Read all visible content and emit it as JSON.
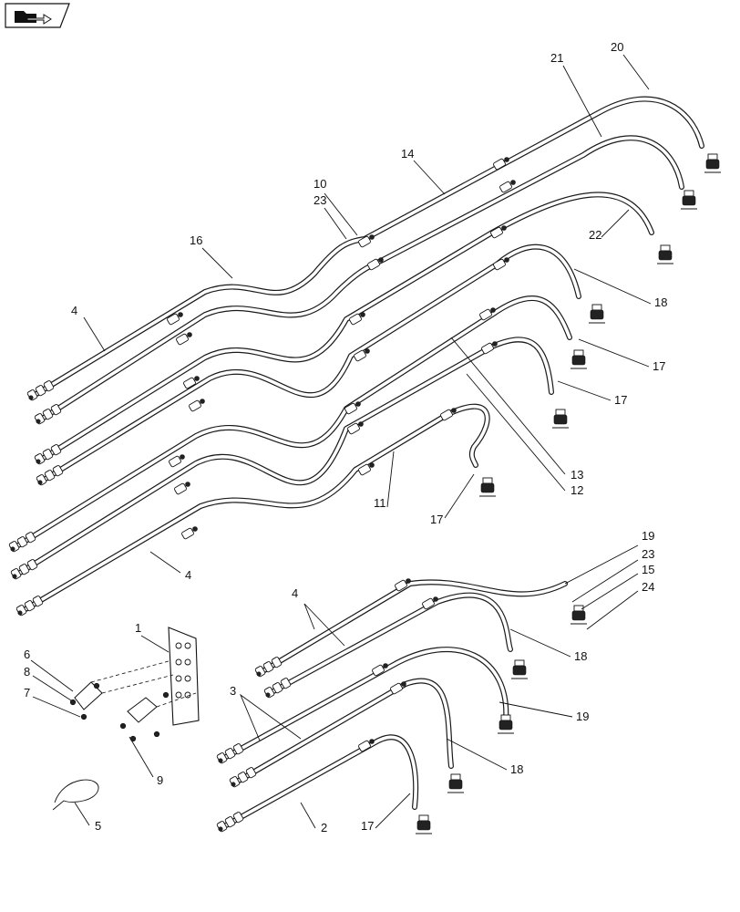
{
  "nav_icon": "folder-arrow-icon",
  "callouts": [
    "1",
    "2",
    "3",
    "4",
    "5",
    "6",
    "7",
    "8",
    "9",
    "10",
    "11",
    "12",
    "13",
    "14",
    "15",
    "16",
    "17",
    "18",
    "19",
    "20",
    "21",
    "22",
    "23",
    "24"
  ],
  "colors": {
    "ink": "#111111",
    "paper": "#ffffff"
  }
}
